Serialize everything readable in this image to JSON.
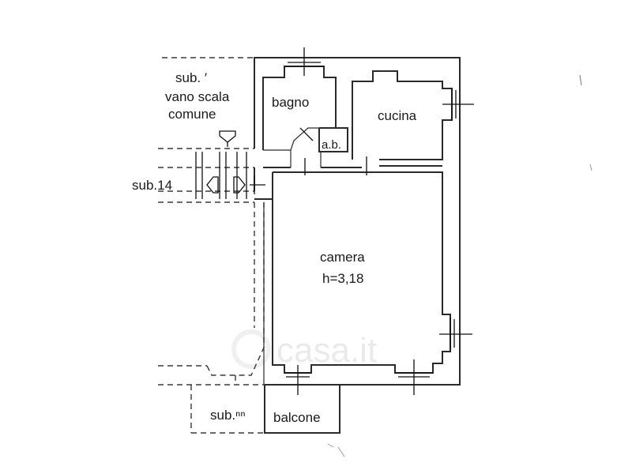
{
  "plan": {
    "rooms": {
      "bagno": "bagno",
      "cucina": "cucina",
      "ab": "a.b.",
      "camera": "camera",
      "camera_height": "h=3,18",
      "balcone": "balcone"
    },
    "neighbours": {
      "stair_sub": "sub. ′",
      "stair_line1": "vano scala",
      "stair_line2": "comune",
      "sub14": "sub.14",
      "sub_bottom": "sub.ⁿⁿ"
    },
    "watermark": "casa.it"
  }
}
